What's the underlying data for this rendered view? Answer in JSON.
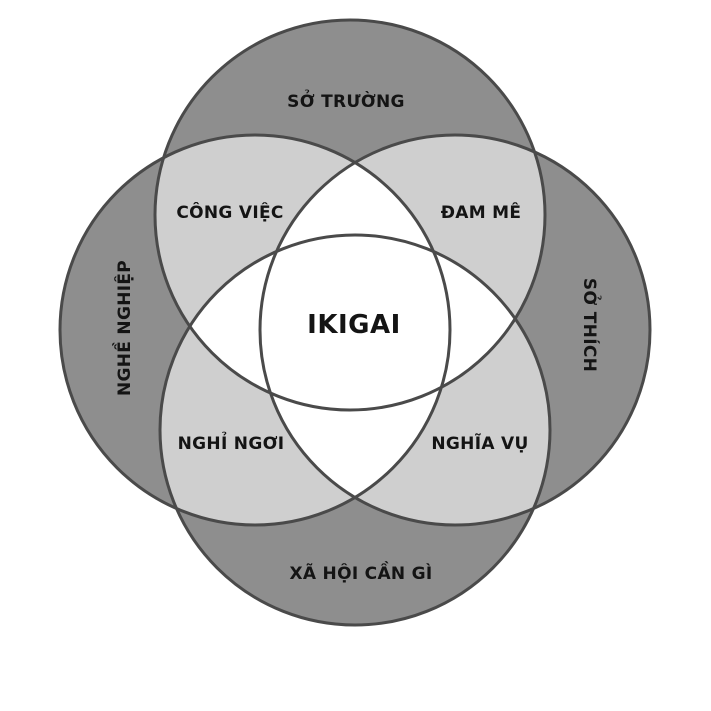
{
  "diagram": {
    "center_label": "IKIGAI",
    "circles": {
      "top": "SỞ TRƯỜNG",
      "left": "NGHỀ NGHIỆP",
      "right": "SỞ THÍCH",
      "bottom": "XÃ HỘI CẦN GÌ"
    },
    "overlaps": {
      "top_left": "CÔNG VIỆC",
      "top_right": "ĐAM MÊ",
      "bottom_left": "NGHỈ NGƠI",
      "bottom_right": "NGHĨA VỤ"
    },
    "colors": {
      "outer_region": "#8e8e8e",
      "double_overlap": "#cfcfcf",
      "center_region": "#ffffff",
      "outline": "#4a4a4a",
      "text": "#141414"
    }
  }
}
